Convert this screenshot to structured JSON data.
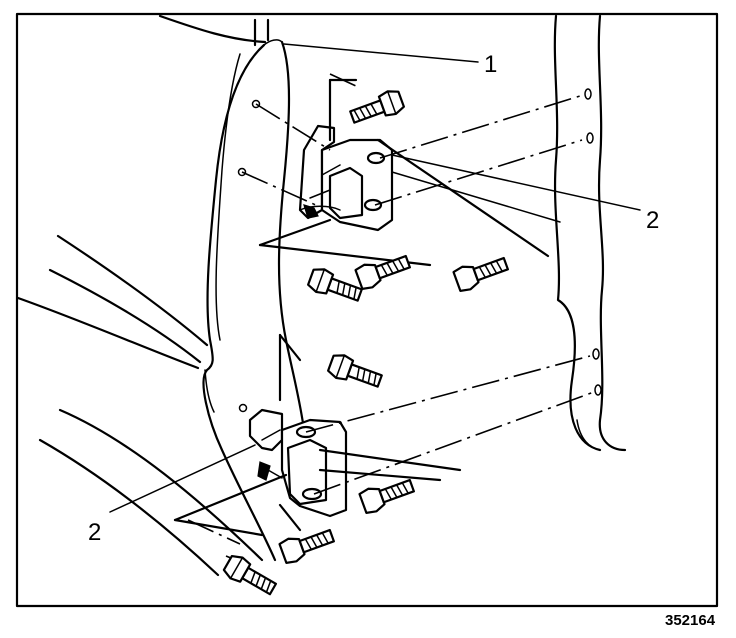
{
  "callouts": [
    {
      "id": "callout-1",
      "text": "1"
    },
    {
      "id": "callout-2-upper",
      "text": "2"
    },
    {
      "id": "callout-2-lower",
      "text": "2"
    }
  ],
  "figure_code": "352164",
  "icons": {
    "bolt": "hex-bolt-icon",
    "hinge": "door-hinge-icon"
  }
}
